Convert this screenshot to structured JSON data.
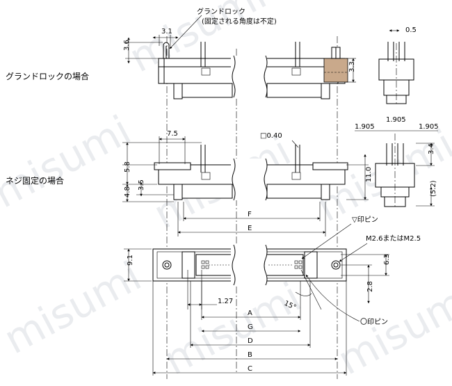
{
  "watermark": "misumi",
  "labels": {
    "ground_lock_type": "グランドロックの場合",
    "screw_fixed_type": "ネジ固定の場合"
  },
  "notes": {
    "ground_lock_title": "グランドロック",
    "ground_lock_sub": "(固定される角度は不定)",
    "pin_triangle": "▽印ピン",
    "pin_circle": "〇印ピン",
    "screw": "M2.6またはM2.5",
    "pin_square": "□0.40"
  },
  "dims": {
    "d_3_1": "3.1",
    "d_3_6": "3.6",
    "d_0_5": "0.5",
    "d_3_3": "3.3",
    "d_7_5": "7.5",
    "d_5_8": "5.8",
    "d_4_8": "4.8",
    "d_3_5": "3.5",
    "d_11_0": "11.0",
    "d_1905_a": "1.905",
    "d_1905_b": "1.905",
    "d_1905_c": "1.905",
    "d_3_4": "3.4",
    "d_5_2": "(5.2)",
    "d_F": "F",
    "d_E": "E",
    "d_9_1": "9.1",
    "d_6_3": "6.3",
    "d_2_8": "2.8",
    "d_1_27": "1.27",
    "d_15deg": "15°",
    "d_A": "A",
    "d_G": "G",
    "d_D": "D",
    "d_B": "B",
    "d_C": "C"
  }
}
